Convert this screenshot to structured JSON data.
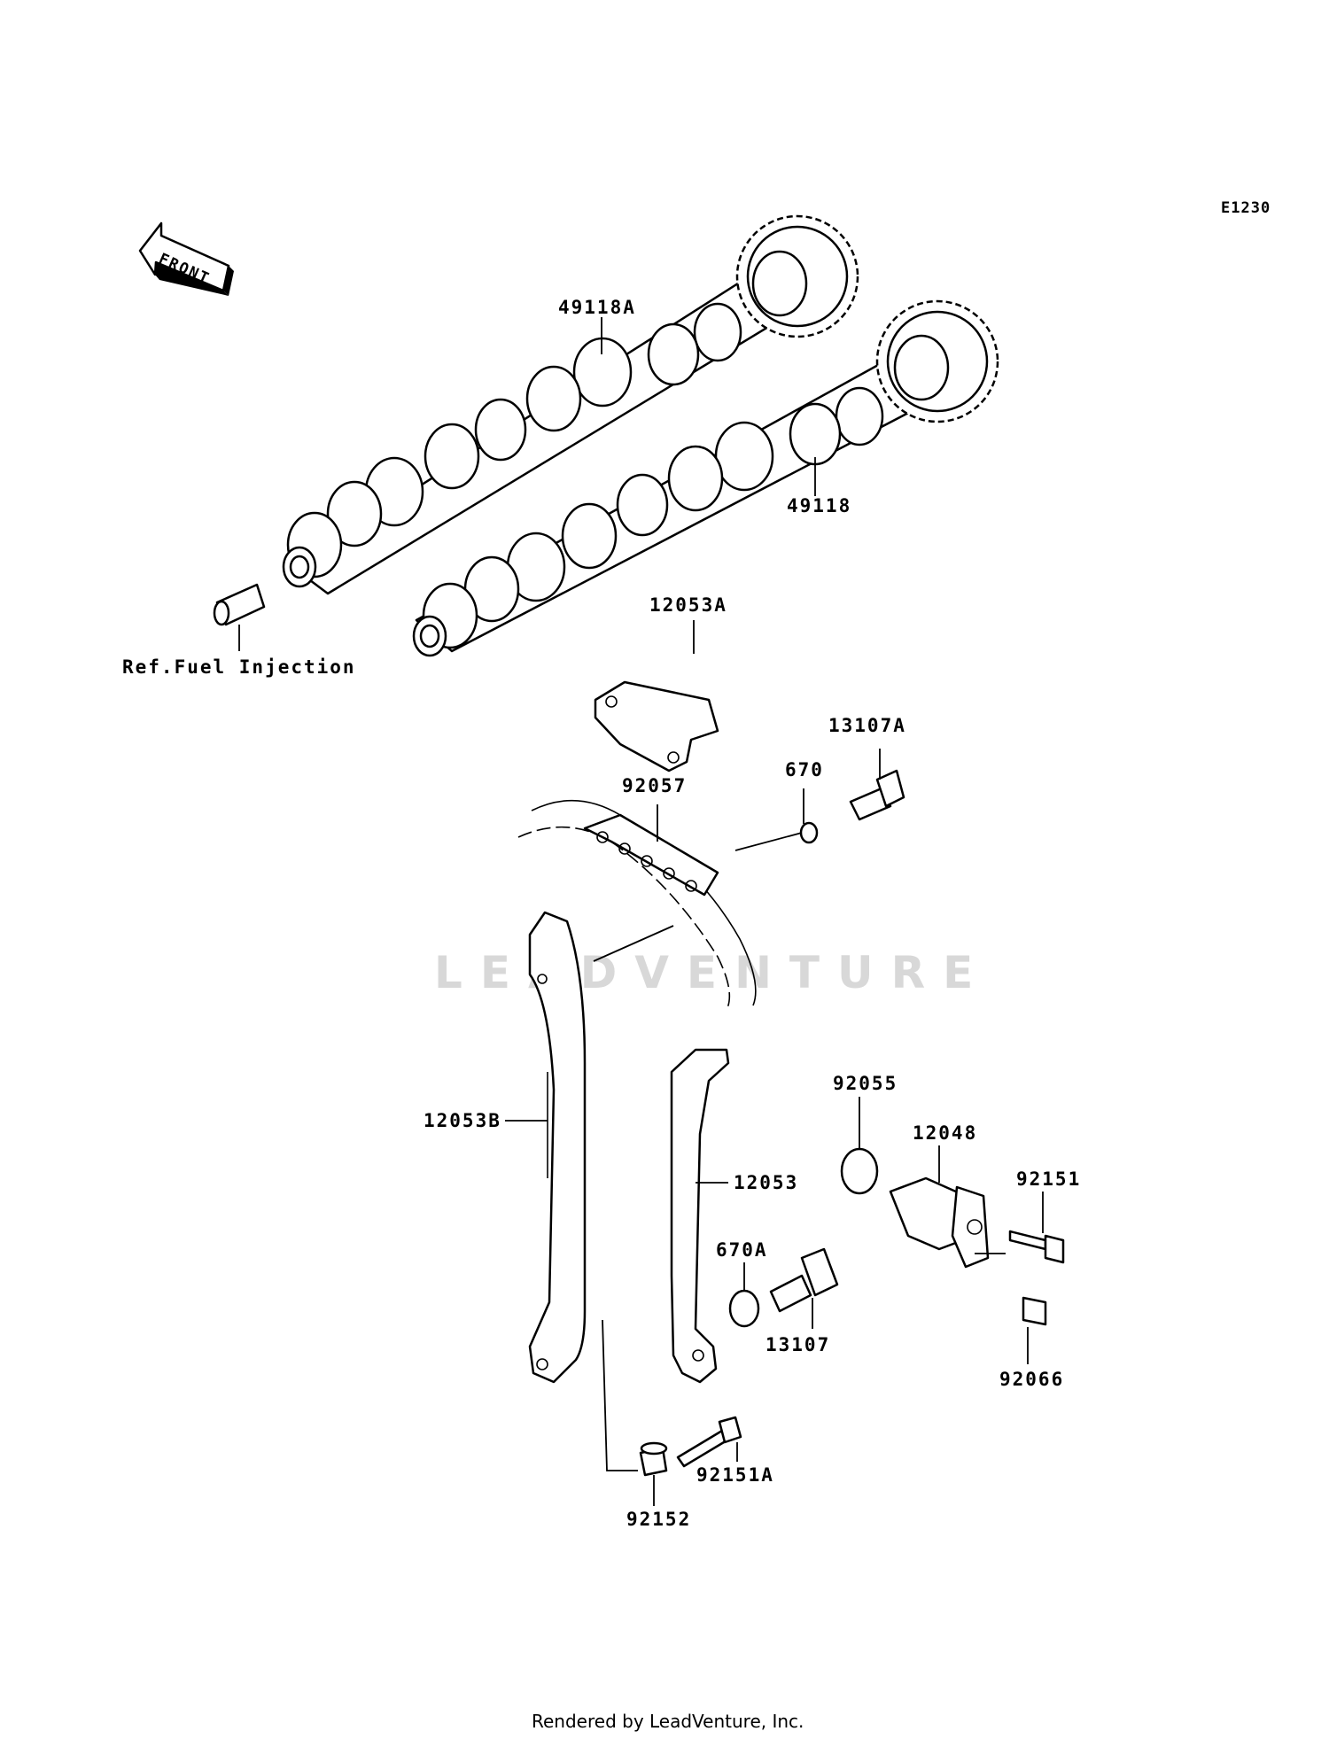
{
  "diagram_code": "E1230",
  "front_arrow_text": "FRONT",
  "watermark_text": "LEADVENTURE",
  "footer_text": "Rendered by LeadVenture, Inc.",
  "labels": {
    "p49118A": "49118A",
    "p49118": "49118",
    "p12053A": "12053A",
    "p13107A": "13107A",
    "p670": "670",
    "p92057": "92057",
    "p12053B": "12053B",
    "p12053": "12053",
    "p670A": "670A",
    "p13107": "13107",
    "p92055": "92055",
    "p12048": "12048",
    "p92151": "92151",
    "p92066": "92066",
    "p92151A": "92151A",
    "p92152": "92152",
    "ref_fuel": "Ref.Fuel Injection"
  }
}
